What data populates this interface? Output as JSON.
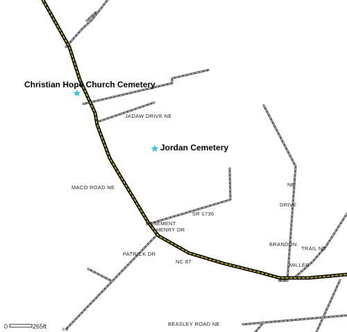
{
  "places": [
    {
      "name": "Christian Hope Church Cemetery",
      "marker": "star-icon",
      "color": "#33c4e0"
    },
    {
      "name": "Jordan Cemetery",
      "marker": "star-icon",
      "color": "#33c4e0"
    }
  ],
  "road_labels": {
    "jadaw": "JADAW DRIVE NE",
    "maco": "MACO ROAD NE",
    "sr1736": "SR 1736",
    "easement": "EASEMENT",
    "henry": "HENRY DR",
    "patrick": "PATRICK DR",
    "nc87": "NC 87",
    "ne": "NE",
    "drive": "DRIVE",
    "brandon": "BRANDON",
    "trail": "TRAIL NE",
    "miller": "MILLER",
    "beasley": "BEASLEY ROAD NE",
    "corner": "co"
  },
  "scale": {
    "start": "0",
    "end": "265ft"
  },
  "colors": {
    "highway_fill": "#e8d21a",
    "highway_casing": "#111111",
    "road": "#555555"
  }
}
